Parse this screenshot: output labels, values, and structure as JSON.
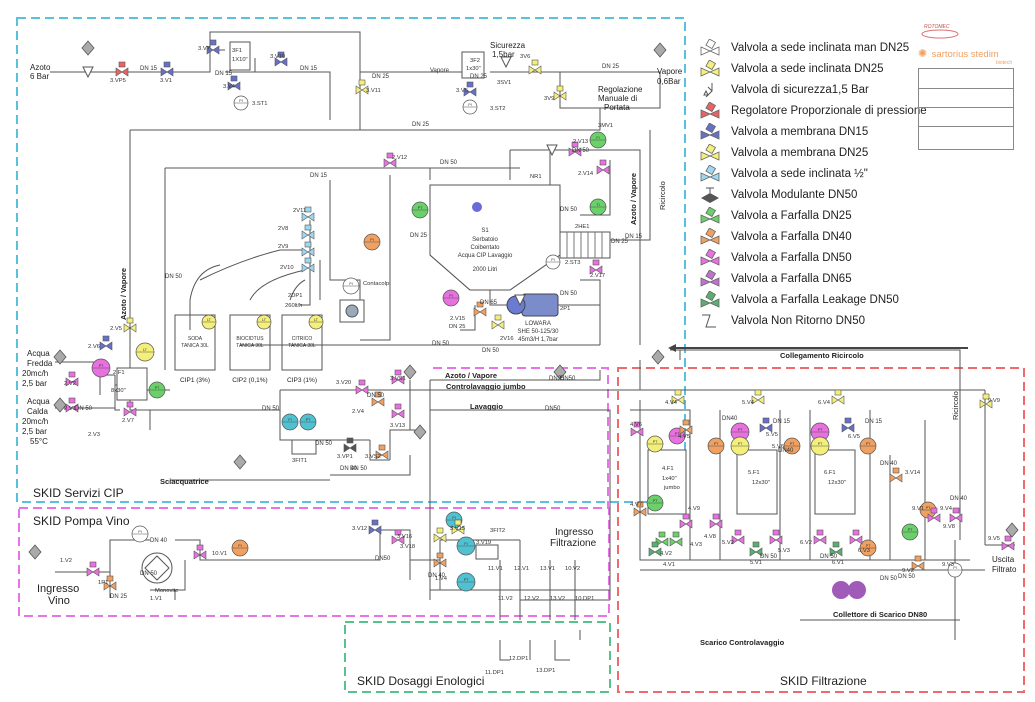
{
  "skids": {
    "servizi_cip": "SKID Servizi CIP",
    "pompa_vino": "SKID Pompa Vino",
    "dosaggi": "SKID Dosaggi Enologici",
    "filtrazione": "SKID Filtrazione"
  },
  "colors": {
    "cip_border": "#5bc0de",
    "pompa_border": "#e873e8",
    "dosaggi_border": "#56c48a",
    "filtrazione_border": "#ef6b6b",
    "pipe": "#555555"
  },
  "logos": {
    "brand1": "ROTOMEC",
    "brand2": "sartorius stedim",
    "brand2_sub": "biotech"
  },
  "legend": [
    {
      "icon": "valve-manual-inclined-icon",
      "label": "Valvola a sede inclinata man DN25",
      "color": "#ffffff"
    },
    {
      "icon": "valve-inclined-dn25-icon",
      "label": "Valvola a sede inclinata DN25",
      "color": "#f3ef7a"
    },
    {
      "icon": "safety-valve-icon",
      "label": "Valvola di sicurezza1,5 Bar",
      "color": "#ffffff"
    },
    {
      "icon": "pressure-regulator-icon",
      "label": "Regolatore Proporzionale di pressione",
      "color": "#e86464"
    },
    {
      "icon": "membrane-dn15-icon",
      "label": "Valvola a membrana DN15",
      "color": "#6670c8"
    },
    {
      "icon": "membrane-dn25-icon",
      "label": "Valvola a membrana DN25",
      "color": "#f3ef7a"
    },
    {
      "icon": "inclined-half-inch-icon",
      "label": "Valvola a sede inclinata ½\"",
      "color": "#9ed7ef"
    },
    {
      "icon": "modulating-valve-icon",
      "label": "Valvola Modulante DN50",
      "color": "#555555"
    },
    {
      "icon": "butterfly-dn25-icon",
      "label": "Valvola a Farfalla DN25",
      "color": "#6ad06a"
    },
    {
      "icon": "butterfly-dn40-icon",
      "label": "Valvola a Farfalla DN40",
      "color": "#f0a060"
    },
    {
      "icon": "butterfly-dn50-icon",
      "label": "Valvola a Farfalla DN50",
      "color": "#e870e0"
    },
    {
      "icon": "butterfly-dn65-icon",
      "label": "Valvola a Farfalla DN65",
      "color": "#c070d0"
    },
    {
      "icon": "butterfly-leakage-icon",
      "label": "Valvola a Farfalla Leakage DN50",
      "color": "#58b070"
    },
    {
      "icon": "non-return-valve-icon",
      "label": "Valvola Non Ritorno DN50",
      "color": "#ffffff"
    }
  ],
  "inlets": {
    "azoto": [
      "Azoto",
      "6 Bar"
    ],
    "acqua_fredda": [
      "Acqua",
      "Fredda",
      "20mc/h",
      "2,5 bar"
    ],
    "acqua_calda": [
      "Acqua",
      "Calda",
      "20mc/h",
      "2,5 bar",
      "55°C"
    ],
    "vapore_out": [
      "Vapore",
      "0,6Bar"
    ],
    "ingresso_vino": [
      "Ingresso",
      "Vino"
    ],
    "uscita": [
      "Uscita",
      "Filtrato"
    ],
    "sicurezza": [
      "Sicurezza",
      "1,5bar"
    ],
    "regolazione": [
      "Regolazione",
      "Manuale di",
      "Portata"
    ]
  },
  "pipe_labels": [
    "DN 15",
    "DN 15",
    "DN 15",
    "DN 25",
    "Vapore",
    "DN 25",
    "DN 25",
    "DN 25",
    "DN 50",
    "DN 50",
    "DN 50",
    "DN 50",
    "DN 25",
    "DN 15",
    "DN 50",
    "DN 50",
    "DN 50",
    "DN 65",
    "DN 25",
    "DN 50",
    "DN 50",
    "DN 50",
    "DN 40",
    "DN 50",
    "DN 50",
    "DN 40",
    "DN 25",
    "DN 15",
    "DN50",
    "DN50",
    "DN25",
    "DN 50",
    "DN 15",
    "DN 15",
    "DN40",
    "DN40",
    "DN 50",
    "DN 50",
    "DN 40",
    "DN 40",
    "DN 50",
    "DN 50",
    "DN 40",
    "DN50"
  ],
  "tags": [
    "3.VP5",
    "3.V1",
    "3.V7",
    "3F1",
    "1X10\"",
    "3.V4",
    "3.ST1",
    "3.V10",
    "3.V11",
    "3F2",
    "1x30\"",
    "3.V5",
    "3.ST2",
    "3SV1",
    "3V6",
    "3V9",
    "3MV1",
    "2.V12",
    "2.V13",
    "2.V14",
    "NR1",
    "2V11",
    "2V8",
    "2V9",
    "2V10",
    "2DP1",
    "260lt/h",
    "Contacolpi",
    "2.ST3",
    "2HE1",
    "2.V17",
    "2P1",
    "2.V15",
    "DN 25",
    "2V16",
    "2.V5",
    "2.V6",
    "2.V2",
    "2.V1",
    "2.F1",
    "8x30\"",
    "2.V3",
    "2.V7",
    "3.V20",
    "3.VS1",
    "2.V4",
    "3.V13",
    "3FIT1",
    "3.VP1",
    "3.VS2",
    "4.V4",
    "4.V6",
    "4.V5",
    "4.F1",
    "1x40\"",
    "jumbo",
    "4.V7",
    "4.V9",
    "4.V3",
    "4.V1",
    "4.V8",
    "4.V2",
    "5.V4",
    "5.V5",
    "5.V6",
    "5.F1",
    "12x30\"",
    "5.V2",
    "5.V3",
    "5.V1",
    "6.V4",
    "6.V5",
    "6.F1",
    "12x30\"",
    "6.V2",
    "6.V3",
    "6.V1",
    "3.V14",
    "9.V1",
    "9.V4",
    "9.V9",
    "9.V5",
    "9.V2",
    "9.V3",
    "9.V8",
    "3.V12",
    "3.V16",
    "3.V15",
    "3FIT2",
    "3.V19",
    "3.V18",
    "1.V4",
    "1.V2",
    "1P1",
    "Monovite",
    "1.V1",
    "10.V1",
    "11.V1",
    "12.V1",
    "13.V1",
    "10.V2",
    "11.V2",
    "12.V2",
    "13.V2",
    "10.DP1",
    "11.DP1",
    "12.DP1",
    "13.DP1"
  ],
  "tank": {
    "name": "S1",
    "lines": [
      "Serbatoio",
      "Coibentato",
      "Acqua CIP Lavaggio",
      "",
      "2000 Litri"
    ]
  },
  "pump_lowara": [
    "LOWARA",
    "SHE 50-125/30",
    "45m3/H 1,7bar"
  ],
  "cip_tanks": [
    {
      "name": "CIP1 (3%)",
      "lines": [
        "SODA",
        "TANICA 30L"
      ]
    },
    {
      "name": "CIP2 (0,1%)",
      "lines": [
        "BIOCIDTUS",
        "TANICA 30L"
      ]
    },
    {
      "name": "CIP3 (1%)",
      "lines": [
        "CITRICO",
        "TANICA 30L"
      ]
    }
  ],
  "sections": {
    "azoto_vapore_v": "Azoto / Vapore",
    "azoto_vapore_h": "Azoto / Vapore",
    "azoto_vapore_r": "Azoto / Vapore",
    "ricircolo_a": "Ricircolo",
    "ricircolo_b": "Ricircolo",
    "collegamento": "Collegamento Ricircolo",
    "controlavaggio": "Controlavaggio jumbo",
    "lavaggio": "Lavaggio",
    "sciacquatrice": "Sciacquatrice",
    "ingresso_filtrazione": [
      "Ingresso",
      "Filtrazione"
    ],
    "collettore": "Collettore di Scarico DN80",
    "scarico": "Scarico Controlavaggio"
  },
  "gauges": {
    "pi": "PI",
    "pt": "PT",
    "fi": "FI",
    "ti": "TI",
    "li": "LT"
  }
}
